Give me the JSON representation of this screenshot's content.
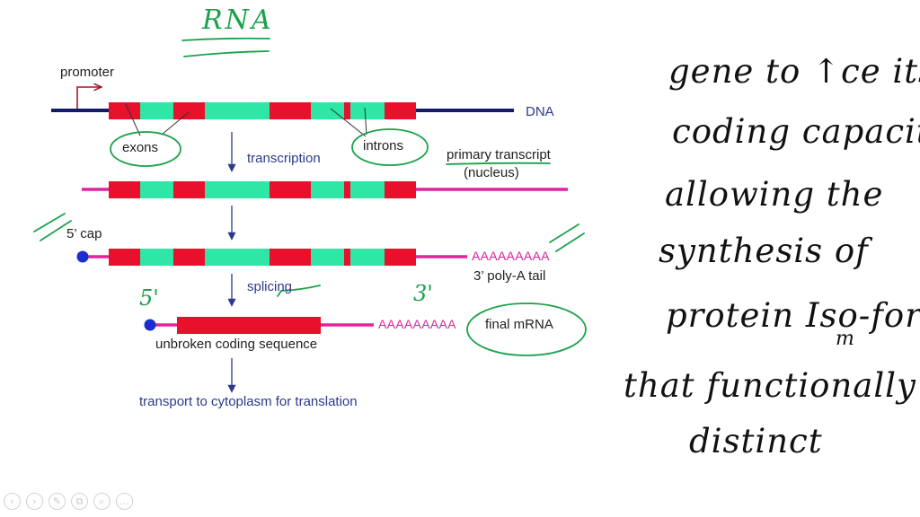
{
  "diagram": {
    "labels": {
      "promoter": "promoter",
      "dna": "DNA",
      "exons": "exons",
      "introns": "introns",
      "transcription": "transcription",
      "primary_transcript_line1": "primary transcript",
      "primary_transcript_line2": "(nucleus)",
      "five_prime_cap": "5’ cap",
      "poly_a_sequence_1": "AAAAAAAAA",
      "three_prime_poly_a_tail": "3’ poly-A tail",
      "splicing": "splicing",
      "poly_a_sequence_2": "AAAAAAAAA",
      "final_mrna": "final mRNA",
      "unbroken_coding_sequence": "unbroken coding sequence",
      "transport": "transport to cytoplasm for translation"
    },
    "colors": {
      "exon": "#e8102a",
      "intron": "#2ee6a6",
      "dna_strand": "#121a6b",
      "rna_strand": "#e0239f",
      "cap": "#1a2ed0",
      "arrow": "#2b3a8c",
      "annotation_green": "#1aa24a"
    }
  },
  "annotations": {
    "rna_heading": "RNA",
    "five_prime_mark": "5'",
    "three_prime_mark": "3'"
  },
  "handwritten_notes": [
    "gene to ↑ce its",
    "coding capacity",
    "allowing the",
    "synthesis of",
    "protein Iso-for",
    "that functionally",
    "distinct"
  ],
  "handwritten_superscript": "m",
  "toolbar": {
    "buttons": [
      {
        "name": "previous",
        "icon": "‹"
      },
      {
        "name": "next",
        "icon": "›"
      },
      {
        "name": "pen",
        "icon": "✎"
      },
      {
        "name": "copy",
        "icon": "⧉"
      },
      {
        "name": "zoom",
        "icon": "⌕"
      },
      {
        "name": "more",
        "icon": "…"
      }
    ]
  }
}
